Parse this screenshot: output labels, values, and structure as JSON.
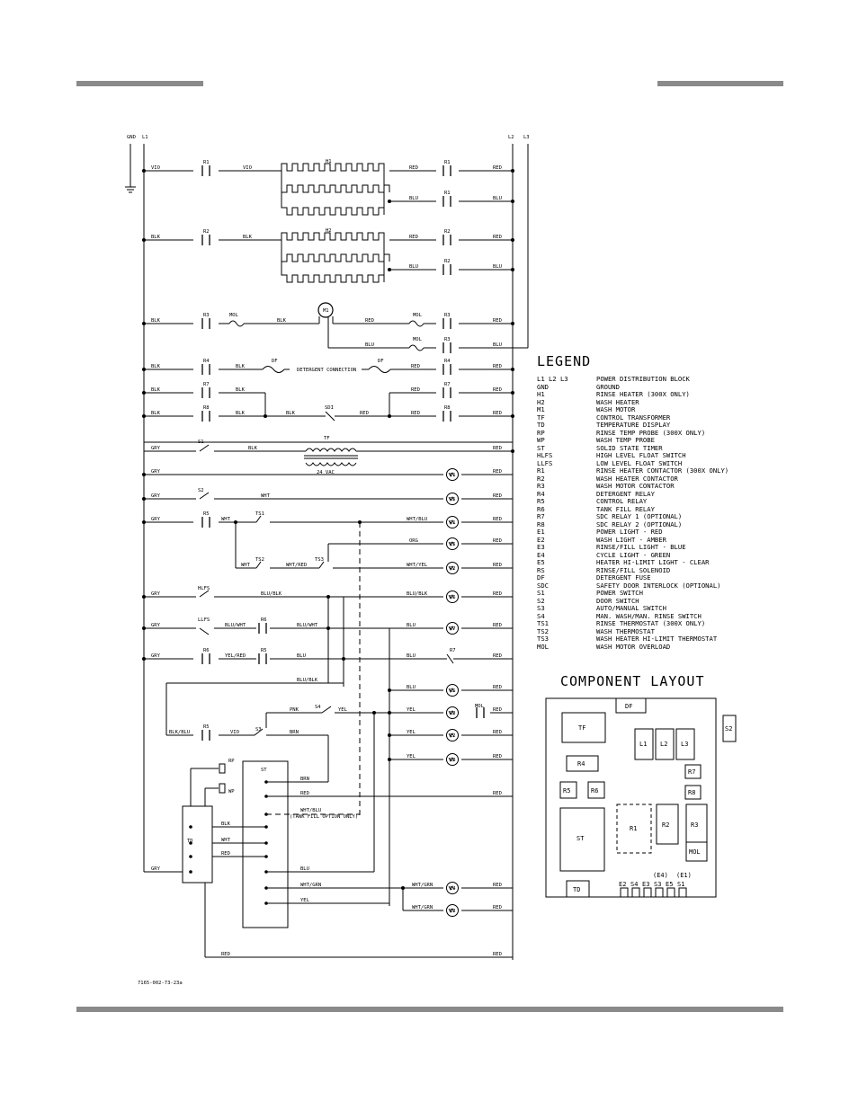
{
  "header": {
    "bar_color": "#8a8a8a"
  },
  "rails": {
    "gnd": "GND",
    "l1": "L1",
    "l2": "L2",
    "l3": "L3"
  },
  "wires": {
    "blk": "BLK",
    "red": "RED",
    "blu": "BLU",
    "gry": "GRY",
    "wht": "WHT",
    "yel": "YEL",
    "brn": "BRN",
    "pnk": "PNK",
    "org": "ORG",
    "vio": "VIO",
    "wht_blu": "WHT/BLU",
    "wht_red": "WHT/RED",
    "wht_yel": "WHT/YEL",
    "wht_grn": "WHT/GRN",
    "blu_blk": "BLU/BLK",
    "blu_wht": "BLU/WHT",
    "yel_red": "YEL/RED",
    "blk_blu": "BLK/BLU"
  },
  "components": {
    "h1": "H1",
    "h2": "H2",
    "m1": "M1",
    "mol": "MOL",
    "df": "DF",
    "tf": "TF",
    "sdi": "SDI",
    "r1": "R1",
    "r2": "R2",
    "r3": "R3",
    "r4": "R4",
    "r5": "R5",
    "r6": "R6",
    "r7": "R7",
    "r8": "R8",
    "s1": "S1",
    "s2": "S2",
    "s3": "S3",
    "s4": "S4",
    "hlfs": "HLFS",
    "llfs": "LLFS",
    "ts1": "TS1",
    "ts2": "TS2",
    "ts3": "TS3",
    "st": "ST",
    "td": "TD",
    "rp": "RP",
    "wp": "WP",
    "rs": "RS",
    "e1": "E1",
    "e2": "E2",
    "e3": "E3",
    "e4": "E4",
    "e5": "E5"
  },
  "annotations": {
    "detergent_connection": "DETERGENT CONNECTION",
    "vac": "24 VAC",
    "tank_fill": "(TANK FILL OPTION ONLY)",
    "drawing_number": "7165-002-73-23a"
  },
  "legend": {
    "title": "LEGEND",
    "items": [
      {
        "code": "L1 L2 L3",
        "desc": "POWER DISTRIBUTION BLOCK"
      },
      {
        "code": "GND",
        "desc": "GROUND"
      },
      {
        "code": "H1",
        "desc": "RINSE HEATER (300X ONLY)"
      },
      {
        "code": "H2",
        "desc": "WASH HEATER"
      },
      {
        "code": "M1",
        "desc": "WASH MOTOR"
      },
      {
        "code": "TF",
        "desc": "CONTROL TRANSFORMER"
      },
      {
        "code": "TD",
        "desc": "TEMPERATURE DISPLAY"
      },
      {
        "code": "RP",
        "desc": "RINSE TEMP PROBE (300X ONLY)"
      },
      {
        "code": "WP",
        "desc": "WASH TEMP PROBE"
      },
      {
        "code": "ST",
        "desc": "SOLID STATE TIMER"
      },
      {
        "code": "HLFS",
        "desc": "HIGH LEVEL FLOAT SWITCH"
      },
      {
        "code": "LLFS",
        "desc": "LOW LEVEL FLOAT SWITCH"
      },
      {
        "code": "R1",
        "desc": "RINSE HEATER CONTACTOR (300X ONLY)"
      },
      {
        "code": "R2",
        "desc": "WASH HEATER CONTACTOR"
      },
      {
        "code": "R3",
        "desc": "WASH MOTOR CONTACTOR"
      },
      {
        "code": "R4",
        "desc": "DETERGENT RELAY"
      },
      {
        "code": "R5",
        "desc": "CONTROL RELAY"
      },
      {
        "code": "R6",
        "desc": "TANK FILL RELAY"
      },
      {
        "code": "R7",
        "desc": "SDC RELAY 1 (OPTIONAL)"
      },
      {
        "code": "R8",
        "desc": "SDC RELAY 2 (OPTIONAL)"
      },
      {
        "code": "E1",
        "desc": "POWER LIGHT - RED"
      },
      {
        "code": "E2",
        "desc": "WASH LIGHT - AMBER"
      },
      {
        "code": "E3",
        "desc": "RINSE/FILL LIGHT - BLUE"
      },
      {
        "code": "E4",
        "desc": "CYCLE LIGHT - GREEN"
      },
      {
        "code": "E5",
        "desc": "HEATER HI-LIMIT LIGHT - CLEAR"
      },
      {
        "code": "RS",
        "desc": "RINSE/FILL SOLENOID"
      },
      {
        "code": "DF",
        "desc": "DETERGENT FUSE"
      },
      {
        "code": "SDC",
        "desc": "SAFETY DOOR INTERLOCK (OPTIONAL)"
      },
      {
        "code": "S1",
        "desc": "POWER SWITCH"
      },
      {
        "code": "S2",
        "desc": "DOOR SWITCH"
      },
      {
        "code": "S3",
        "desc": "AUTO/MANUAL SWITCH"
      },
      {
        "code": "S4",
        "desc": "MAN. WASH/MAN. RINSE SWITCH"
      },
      {
        "code": "TS1",
        "desc": "RINSE THERMOSTAT (300X ONLY)"
      },
      {
        "code": "TS2",
        "desc": "WASH THERMOSTAT"
      },
      {
        "code": "TS3",
        "desc": "WASH HEATER HI-LIMIT THERMOSTAT"
      },
      {
        "code": "MOL",
        "desc": "WASH MOTOR OVERLOAD"
      }
    ]
  },
  "layout_panel": {
    "title": "COMPONENT LAYOUT",
    "labels": {
      "df": "DF",
      "tf": "TF",
      "l1": "L1",
      "l2": "L2",
      "l3": "L3",
      "s2": "S2",
      "r4": "R4",
      "r5": "R5",
      "r6": "R6",
      "r7": "R7",
      "r8": "R8",
      "st": "ST",
      "r1": "R1",
      "r2": "R2",
      "r3": "R3",
      "mol": "MOL",
      "td": "TD",
      "e2": "E2",
      "s4": "S4",
      "e3": "E3",
      "s3": "S3",
      "e5": "E5",
      "s1": "S1",
      "e4p": "(E4)",
      "e1p": "(E1)"
    }
  }
}
